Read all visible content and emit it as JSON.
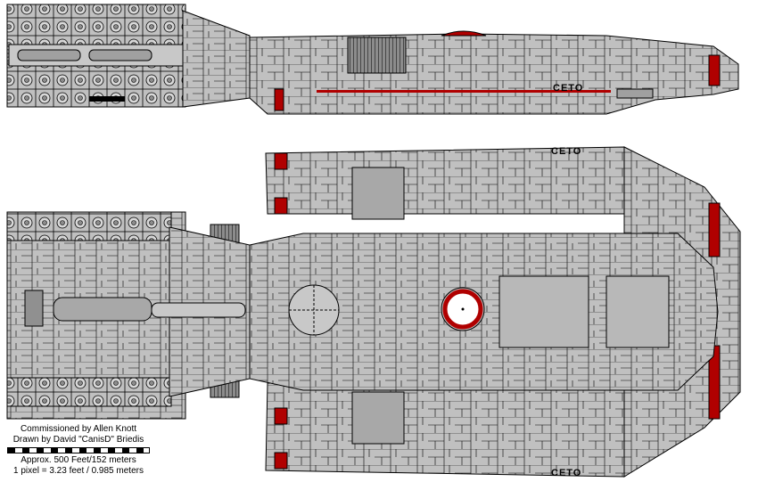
{
  "colors": {
    "hull": "#c0c0c0",
    "hull_dark": "#a8a8a8",
    "panel": "#b4b4b4",
    "outline": "#000000",
    "accent_red": "#b00000",
    "background": "#ffffff"
  },
  "ship": {
    "hull_label_side": "CETO",
    "hull_label_top_dorsal": "CETO",
    "hull_label_bottom_dorsal": "CETO"
  },
  "credits": {
    "commissioned": "Commissioned by Allen Knott",
    "drawn": "Drawn by David \"CanisD\" Briedis",
    "approx": "Approx. 500 Feet/152 meters",
    "scale": "1 pixel = 3.23 feet / 0.985 meters"
  }
}
